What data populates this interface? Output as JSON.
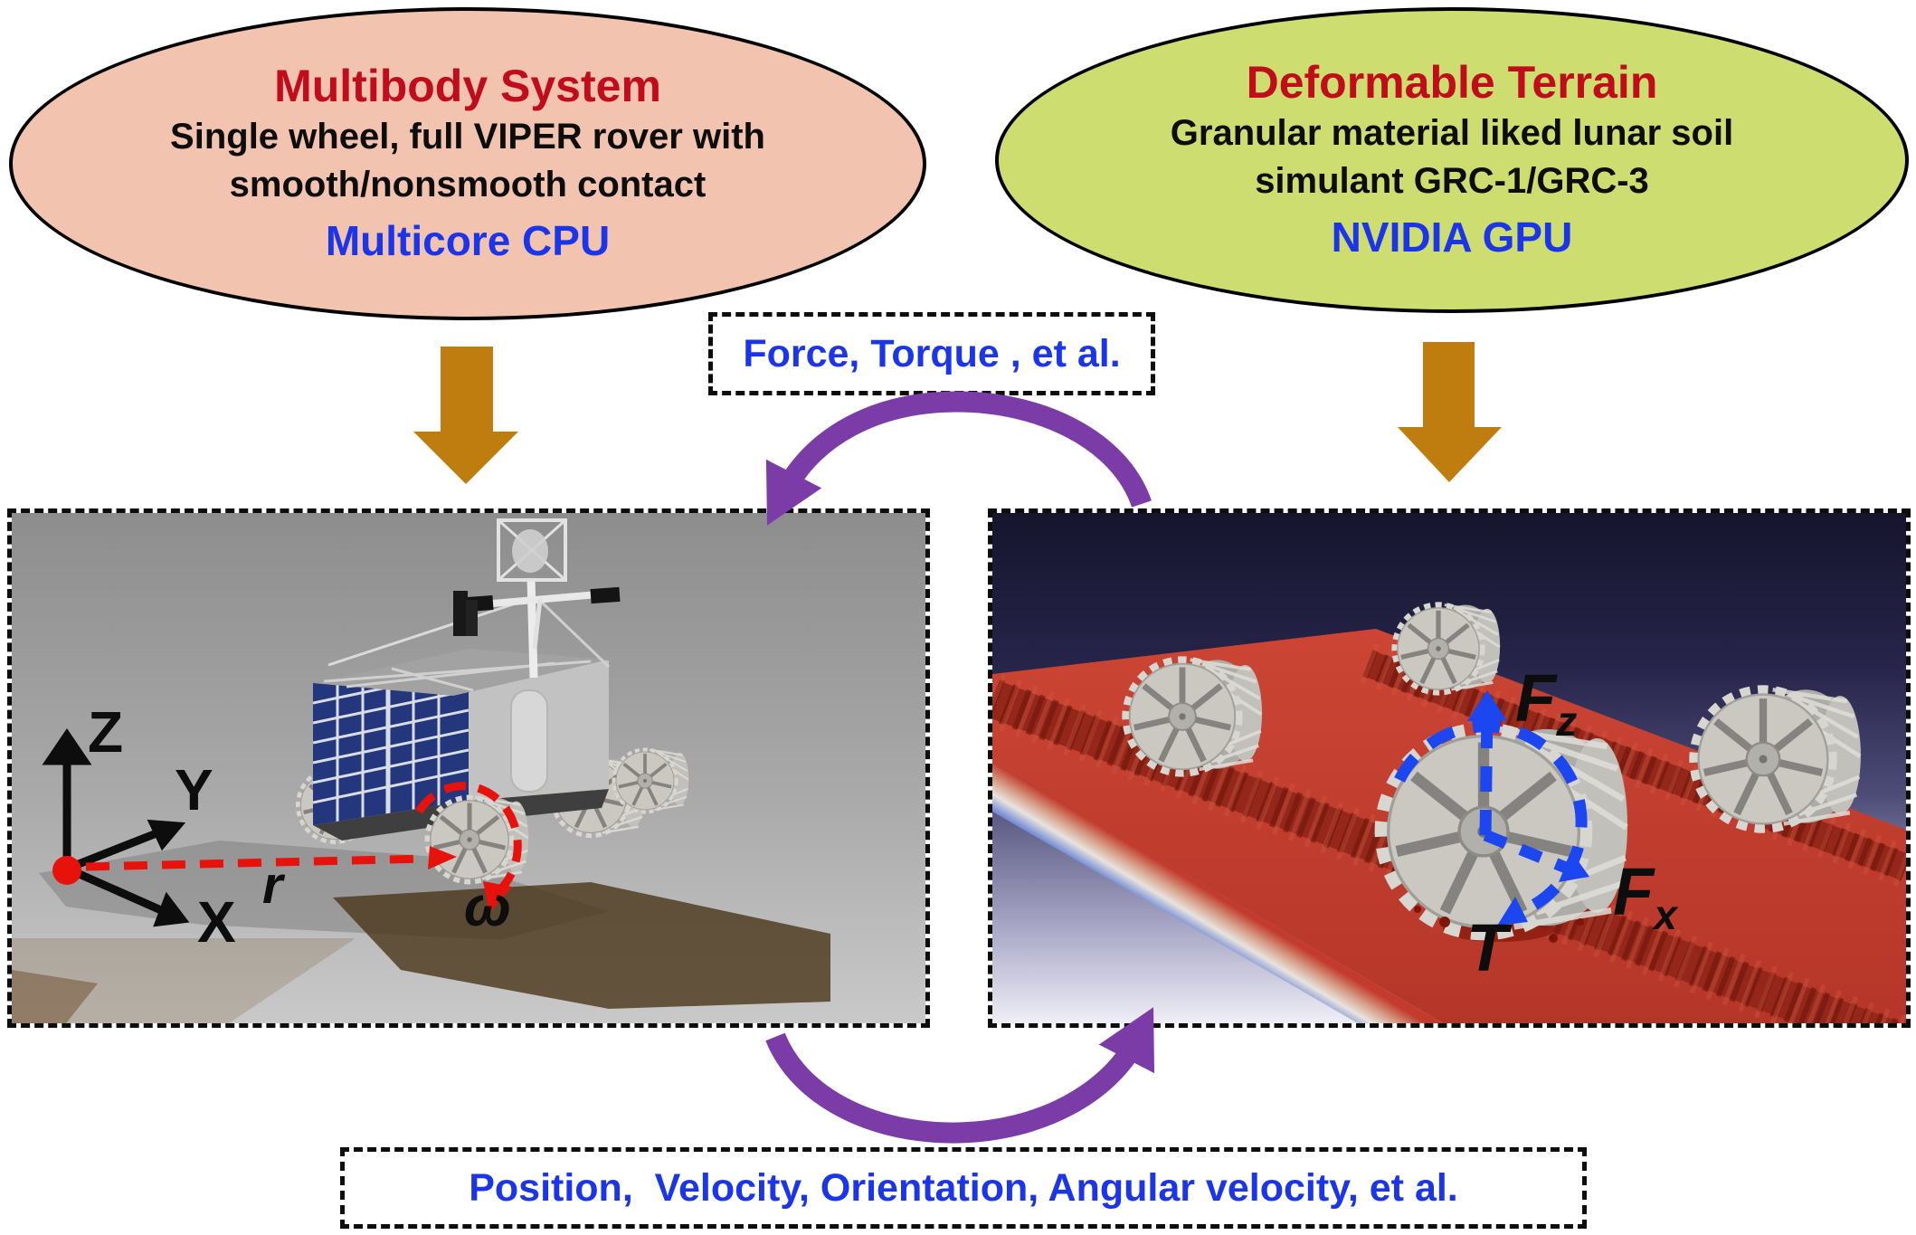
{
  "colors": {
    "multibody_fill": "#f2c3af",
    "terrain_fill": "#cedd70",
    "heading_red": "#c10c1c",
    "body_black": "#0d0d0d",
    "accent_blue": "#1b35ea",
    "block_arrow_orange": "#bf7d0f",
    "cycle_arrow_purple": "#7b3ca8",
    "annotation_red": "#e8120c",
    "force_arrow_blue": "#1b46f0",
    "terrain_red": "#c23b2c"
  },
  "multibody_ellipse": {
    "title": "Multibody System",
    "line1": "Single wheel, full VIPER rover with",
    "line2": "smooth/nonsmooth contact",
    "hardware": "Multicore CPU"
  },
  "terrain_ellipse": {
    "title": "Deformable Terrain",
    "line1": "Granular material liked lunar soil",
    "line2": "simulant GRC-1/GRC-3",
    "hardware": "NVIDIA GPU"
  },
  "force_box": {
    "label": "Force, Torque , et al."
  },
  "state_box": {
    "label": "Position,  Velocity, Orientation, Angular velocity, et al."
  },
  "rover_panel": {
    "axis_z": "Z",
    "axis_y": "Y",
    "axis_x": "X",
    "position_vector": "r",
    "angular_velocity": "ω"
  },
  "terrain_panel": {
    "force_symbol": "F",
    "sub_z": "z",
    "sub_x": "x",
    "torque": "T"
  }
}
